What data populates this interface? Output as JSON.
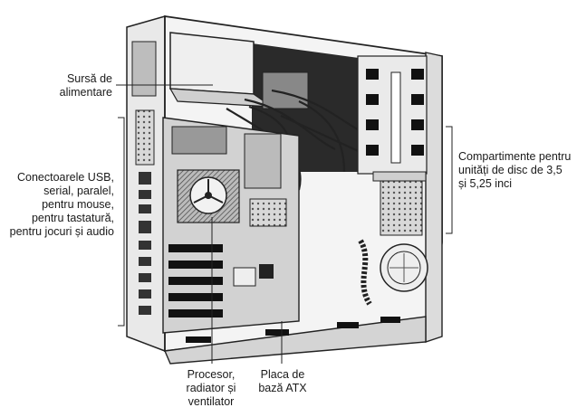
{
  "labels": {
    "psu": [
      "Sursă de",
      "alimentare"
    ],
    "connectors": [
      "Conectoarele USB,",
      "serial, paralel,",
      "pentru mouse,",
      "pentru tastatură,",
      "pentru jocuri și audio"
    ],
    "bays": [
      "Compartimente pentru",
      "unități de disc de 3,5",
      "și 5,25 inci"
    ],
    "cpu": [
      "Procesor,",
      "radiator și",
      "ventilator"
    ],
    "motherboard": [
      "Placa de",
      "bază ATX"
    ]
  }
}
